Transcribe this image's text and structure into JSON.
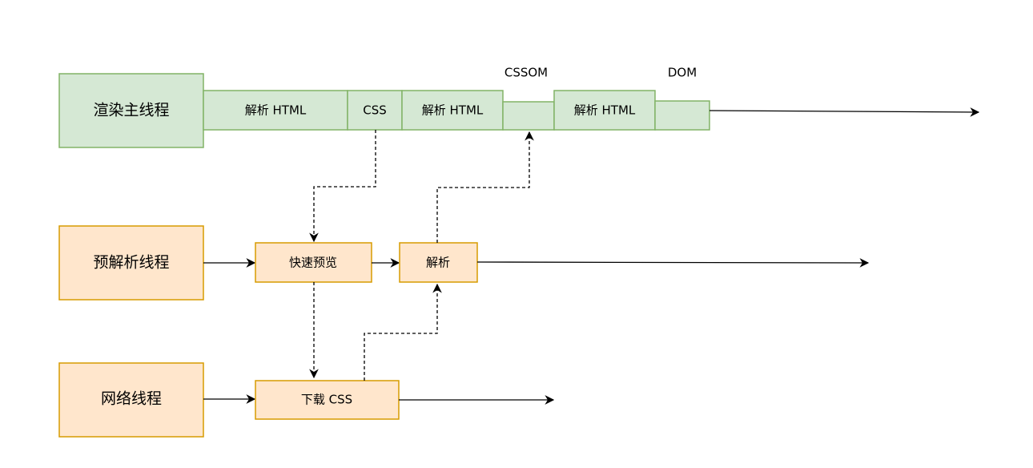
{
  "threads": {
    "main": "渲染主线程",
    "preparse": "预解析线程",
    "network": "网络线程"
  },
  "main_segments": {
    "parse1": "解析 HTML",
    "css": "CSS",
    "parse2": "解析 HTML",
    "parse3": "解析 HTML"
  },
  "labels": {
    "cssom": "CSSOM",
    "dom": "DOM"
  },
  "preparse_boxes": {
    "quick_scan": "快速预览",
    "parse": "解析"
  },
  "network_boxes": {
    "download_css": "下载 CSS"
  },
  "colors": {
    "green_fill": "#d5e8d4",
    "green_stroke": "#82b366",
    "orange_fill": "#ffe6cc",
    "orange_stroke": "#d79b00"
  }
}
